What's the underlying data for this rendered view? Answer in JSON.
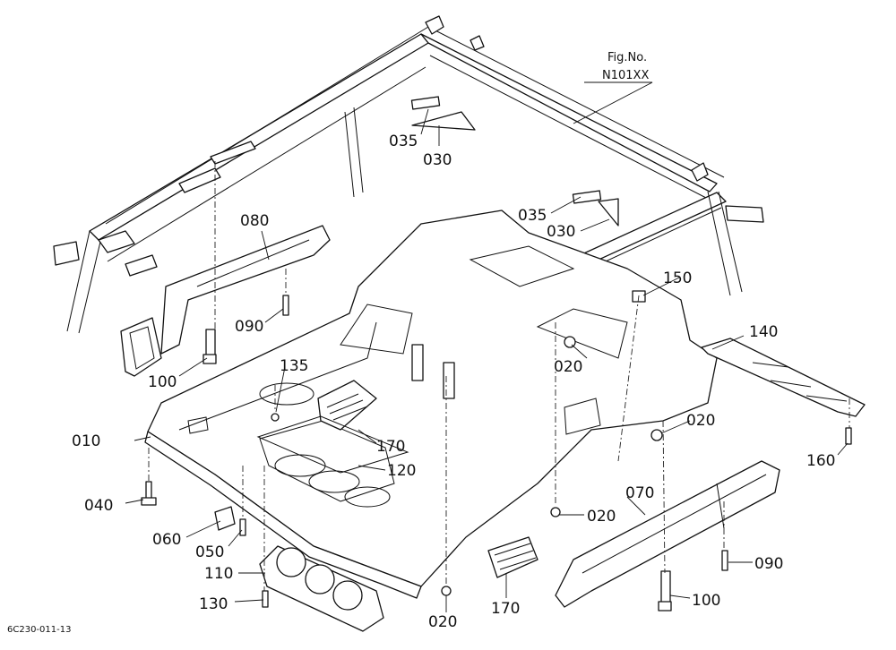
{
  "figure": {
    "fig_no_label": "Fig.No.",
    "fig_no_value": "N101XX",
    "drawing_code": "6C230-011-13"
  },
  "parts": {
    "p010": "010",
    "p020a": "020",
    "p020b": "020",
    "p020c": "020",
    "p020d": "020",
    "p030a": "030",
    "p030b": "030",
    "p035a": "035",
    "p035b": "035",
    "p040": "040",
    "p050": "050",
    "p060": "060",
    "p070": "070",
    "p080": "080",
    "p090a": "090",
    "p090b": "090",
    "p100a": "100",
    "p100b": "100",
    "p110": "110",
    "p120": "120",
    "p130": "130",
    "p135": "135",
    "p140": "140",
    "p150": "150",
    "p160": "160",
    "p170a": "170",
    "p170b": "170"
  }
}
